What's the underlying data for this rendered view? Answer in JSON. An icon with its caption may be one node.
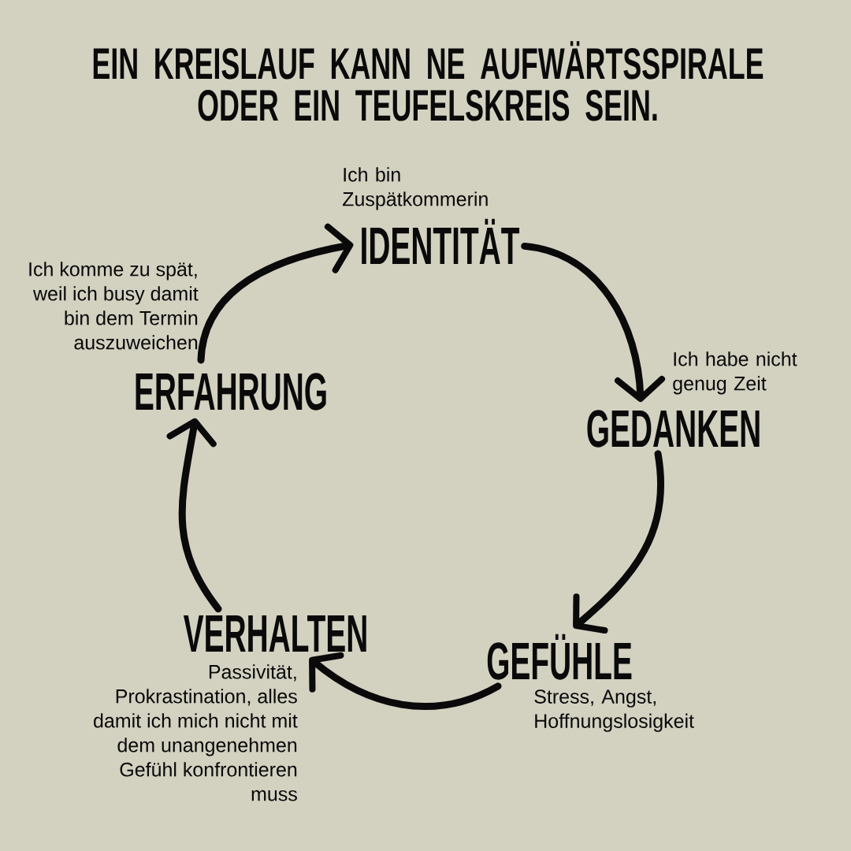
{
  "diagram": {
    "title": "EIN KREISLAUF KANN NE AUFWÄRTSSPIRALE ODER EIN TEUFELSKREIS SEIN.",
    "nodes": [
      {
        "text": [
          "IDENTITÄT"
        ],
        "beside": [
          "Ich bin Zuspätkommerin"
        ]
      },
      {
        "text": [
          "GEDANKEN"
        ],
        "beside": [
          "Ich habe nicht genug Zeit"
        ]
      },
      {
        "text": [
          "GEFÜHLE"
        ],
        "beside": [
          "Stress, Angst, Hoffnungslosigkeit"
        ]
      },
      {
        "text": [
          "VERHALTEN"
        ],
        "beside": [
          "Passivität, Prokrastination, alles damit ich mich nicht mit dem unangenehmen Gefühl konfrontieren muss"
        ]
      },
      {
        "text": [
          "ERFAHRUNG"
        ],
        "beside": [
          "Ich komme zu spät, weil ich busy damit bin dem Termin auszuweichen"
        ]
      }
    ],
    "edges": [
      {
        "from": 0,
        "to": 1,
        "arrow": "to"
      },
      {
        "from": 1,
        "to": 2,
        "arrow": "to"
      },
      {
        "from": 2,
        "to": 3,
        "arrow": "to"
      },
      {
        "from": 3,
        "to": 4,
        "arrow": "to"
      },
      {
        "from": 4,
        "to": 0,
        "arrow": "to"
      }
    ]
  }
}
